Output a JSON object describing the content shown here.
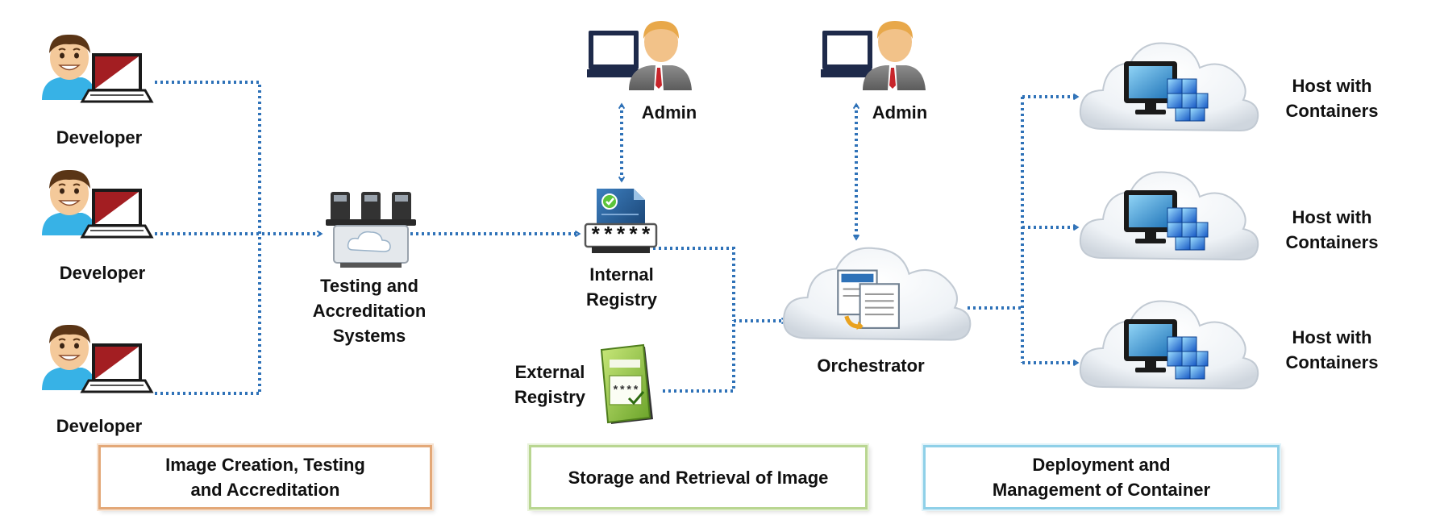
{
  "labels": {
    "developer_1": "Developer",
    "developer_2": "Developer",
    "developer_3": "Developer",
    "testing": [
      "Testing and",
      "Accreditation",
      "Systems"
    ],
    "admin_1": "Admin",
    "admin_2": "Admin",
    "internal_registry": [
      "Internal",
      "Registry"
    ],
    "external_registry": [
      "External",
      "Registry"
    ],
    "orchestrator": "Orchestrator",
    "host_1": [
      "Host with",
      "Containers"
    ],
    "host_2": [
      "Host with",
      "Containers"
    ],
    "host_3": [
      "Host with",
      "Containers"
    ]
  },
  "sections": {
    "image_creation": [
      "Image Creation, Testing",
      "and Accreditation"
    ],
    "storage": [
      "Storage and Retrieval of Image"
    ],
    "deployment": [
      "Deployment and",
      "Management of Container"
    ]
  },
  "colors": {
    "connector": "#2f72b8",
    "section_orange": "#e3a878",
    "section_green": "#b9d691",
    "section_blue": "#8fd0e8"
  },
  "icons": {
    "developer": "developer-with-laptop-icon",
    "testing": "server-rack-icon",
    "admin": "admin-with-computer-icon",
    "internal_registry": "password-document-icon",
    "external_registry": "registry-card-icon",
    "orchestrator": "cloud-documents-icon",
    "host": "cloud-monitor-cubes-icon"
  }
}
